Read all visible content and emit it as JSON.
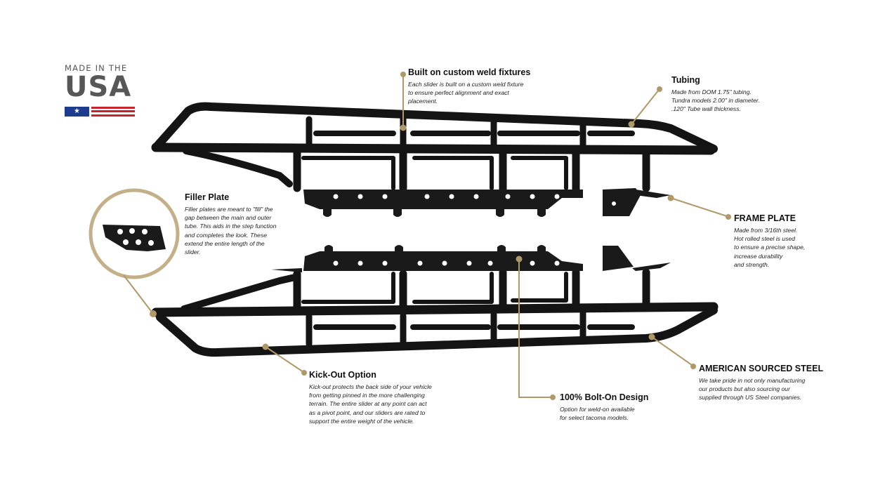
{
  "logo": {
    "top_text": "MADE IN THE",
    "main_text": "USA",
    "star": "★",
    "colors": {
      "gray": "#575757",
      "blue": "#1d3b8f",
      "red": "#c8242d"
    }
  },
  "accent_color": "#b09868",
  "callouts": {
    "weld": {
      "title": "Built on custom weld fixtures",
      "lines": [
        "Each slider is built on a custom weld fixture",
        "to ensure perfect alignment and exact",
        "placement."
      ]
    },
    "tubing": {
      "title": "Tubing",
      "lines": [
        "Made from DOM 1.75\" tubing.",
        "Tundra models 2.00\" in diameter.",
        ".120\" Tube wall thickness."
      ]
    },
    "filler": {
      "title": "Filler Plate",
      "lines": [
        "Filler plates are meant to \"fill\" the",
        "gap between the main and outer",
        "tube. This aids in the step function",
        "and completes the look. These",
        "extend the entire length of the",
        "slider."
      ]
    },
    "frame": {
      "title": "FRAME PLATE",
      "lines": [
        "Made from 3/16th steel.",
        "Hot rolled steel is used",
        "to ensure a precise shape,",
        "increase durability",
        "and strength."
      ]
    },
    "kickout": {
      "title": "Kick-Out Option",
      "lines": [
        "Kick-out protects the back side of your vehicle",
        "from getting pinned in the more challenging",
        "terrain. The entire slider at any point can act",
        "as a pivot point, and our sliders are rated to",
        "support the entire weight of the vehicle."
      ]
    },
    "bolton": {
      "title": "100% Bolt-On Design",
      "lines": [
        "Option for weld-on available",
        "for select tacoma models."
      ]
    },
    "steel": {
      "title": "AMERICAN SOURCED STEEL",
      "lines": [
        "We take pride in not only manufacturing",
        "our products but also sourcing our",
        "supplied through US Steel companies."
      ]
    }
  }
}
